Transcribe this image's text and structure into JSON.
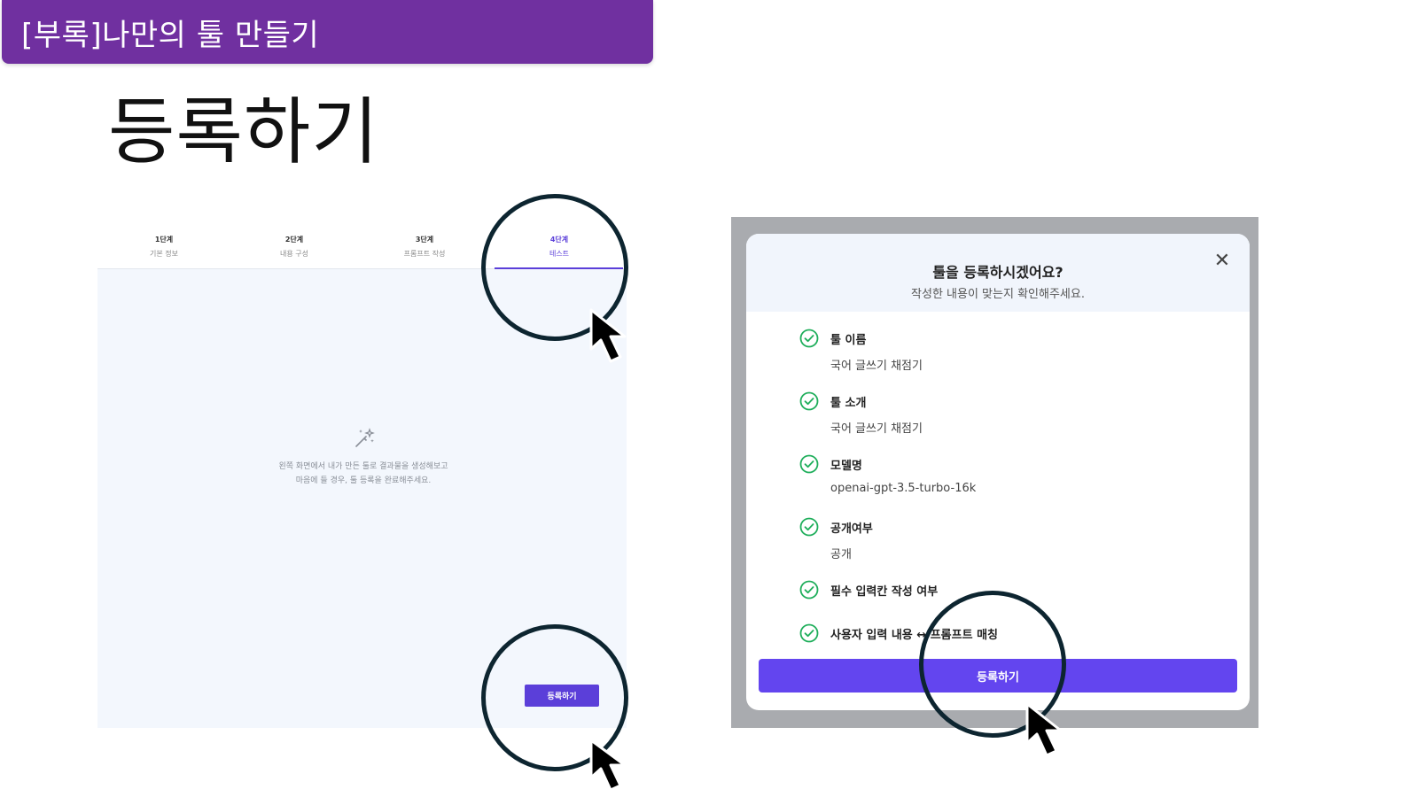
{
  "slide": {
    "banner": "[부록]나만의 툴 만들기",
    "title": "등록하기"
  },
  "left_screen": {
    "steps": [
      {
        "num": "1단계",
        "name": "기본 정보"
      },
      {
        "num": "2단계",
        "name": "내용 구성"
      },
      {
        "num": "3단계",
        "name": "프롬프트 작성"
      },
      {
        "num": "4단계",
        "name": "테스트"
      }
    ],
    "active_step_index": 3,
    "empty_icon": "magic-wand-icon",
    "empty_message_line1": "왼쪽 화면에서 내가 만든 툴로 결과물을 생성해보고",
    "empty_message_line2": "마음에 들 경우, 툴 등록을 완료해주세요.",
    "register_button": "등록하기"
  },
  "modal": {
    "title": "툴을 등록하시겠어요?",
    "subtitle": "작성한 내용이 맞는지 확인해주세요.",
    "close_icon": "close-icon",
    "checks": [
      {
        "label": "툴 이름",
        "value": "국어 글쓰기 채점기"
      },
      {
        "label": "툴 소개",
        "value": "국어 글쓰기 채점기"
      },
      {
        "label": "모델명",
        "value": "openai-gpt-3.5-turbo-16k"
      },
      {
        "label": "공개여부",
        "value": "공개"
      },
      {
        "label": "필수 입력칸 작성 여부",
        "value": ""
      },
      {
        "label": "사용자 입력 내용 ↔ 프롬프트 매칭",
        "value": ""
      }
    ],
    "register_button": "등록하기"
  },
  "colors": {
    "banner": "#7030a0",
    "accent": "#5b3fd9",
    "modal_button": "#6345ef",
    "check_green": "#1fae5b",
    "callout_ring": "#0d2530"
  }
}
